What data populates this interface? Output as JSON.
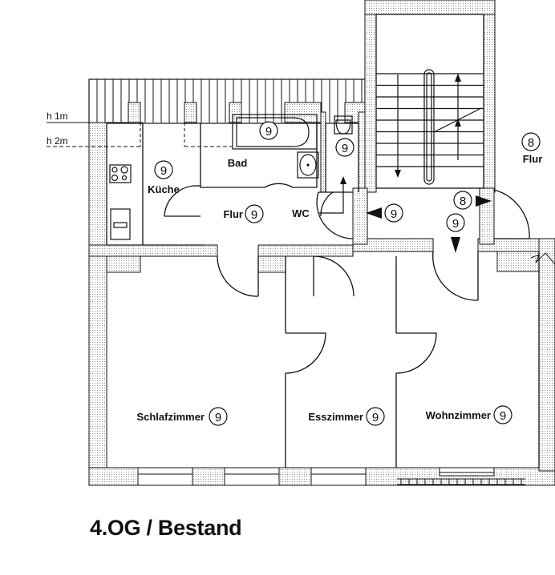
{
  "title": "4.OG / Bestand",
  "levels": {
    "h1": "h 1m",
    "h2": "h 2m"
  },
  "rooms": {
    "kueche": {
      "name": "Küche",
      "badge": "9"
    },
    "bad": {
      "name": "Bad",
      "badge": "9"
    },
    "wc": {
      "name": "WC",
      "badge": "9"
    },
    "flur_inner": {
      "name": "Flur",
      "badge": "9"
    },
    "flur_outer": {
      "name": "Flur",
      "badge": "8"
    },
    "schlafzimmer": {
      "name": "Schlafzimmer",
      "badge": "9"
    },
    "esszimmer": {
      "name": "Esszimmer",
      "badge": "9"
    },
    "wohnzimmer": {
      "name": "Wohnzimmer",
      "badge": "9"
    }
  },
  "markers": {
    "stair_left": "9",
    "stair_right_top": "8",
    "stair_right_bottom": "9"
  },
  "colors": {
    "line": "#111111",
    "wall_dots": "#9a9a9a",
    "background": "#ffffff"
  }
}
